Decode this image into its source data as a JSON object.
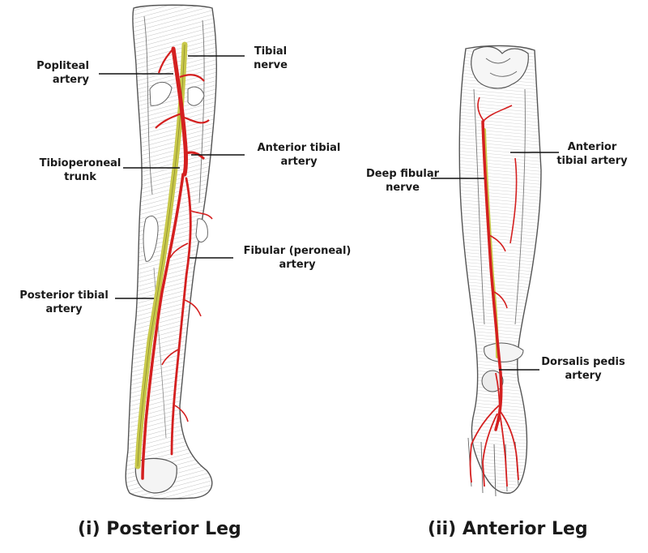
{
  "posterior": {
    "caption": "(i) Posterior Leg",
    "labels": {
      "popliteal_artery": "Popliteal\nartery",
      "tibial_nerve": "Tibial\nnerve",
      "anterior_tibial_artery": "Anterior tibial\nartery",
      "tibioperoneal_trunk": "Tibioperoneal\ntrunk",
      "fibular_artery": "Fibular (peroneal)\nartery",
      "posterior_tibial_artery": "Posterior tibial\nartery"
    }
  },
  "anterior": {
    "caption": "(ii) Anterior Leg",
    "labels": {
      "anterior_tibial_artery": "Anterior\ntibial artery",
      "deep_fibular_nerve": "Deep fibular\nnerve",
      "dorsalis_pedis_artery": "Dorsalis pedis\nartery"
    }
  },
  "colors": {
    "artery": "#d42020",
    "nerve": "#b8b845",
    "muscle_outline": "#6a6a6a",
    "leader_line": "#111111"
  }
}
